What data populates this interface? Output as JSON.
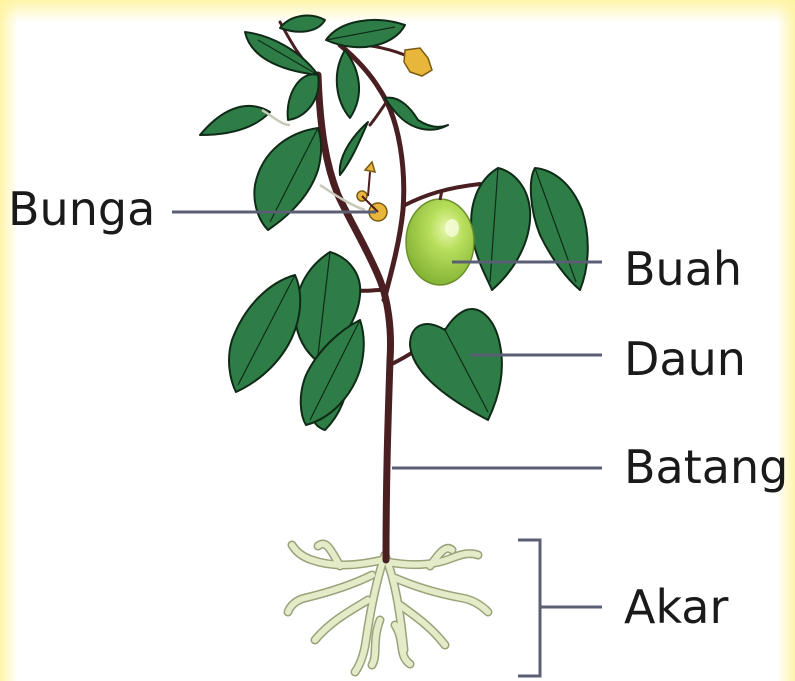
{
  "labels": {
    "bunga": "Bunga",
    "buah": "Buah",
    "daun": "Daun",
    "batang": "Batang",
    "akar": "Akar"
  },
  "colors": {
    "leaf": "#2e7d46",
    "leaf_outline": "#0f2a17",
    "stem": "#4a1f22",
    "fruit": "#a8d64a",
    "flower": "#e8b63a",
    "root": "#e4ebc8",
    "leader_line": "#5a5f73",
    "border_glow": "#fff4a8"
  }
}
